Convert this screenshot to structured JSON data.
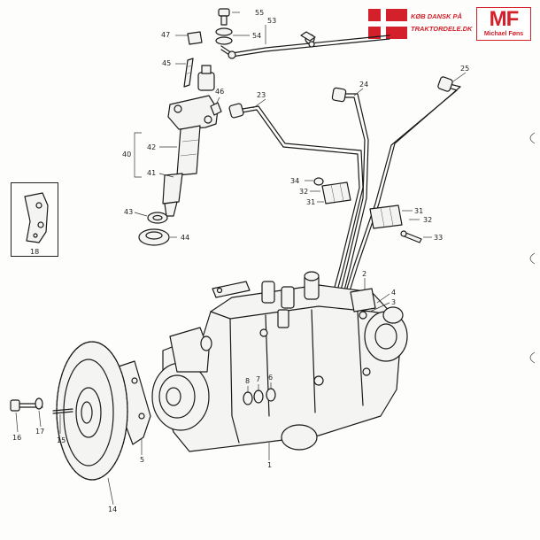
{
  "logo_dk": {
    "line1": "KØB DANSK PÅ",
    "line2": "TRAKTORDELE.DK"
  },
  "logo_mf": {
    "big": "MF",
    "small": "Michael Føns"
  },
  "brand_red": "#d4202b",
  "part_labels": [
    "55",
    "53",
    "47",
    "54",
    "45",
    "46",
    "23",
    "24",
    "25",
    "40",
    "42",
    "41",
    "43",
    "44",
    "34",
    "32",
    "31",
    "31",
    "32",
    "33",
    "18",
    "2",
    "4",
    "3",
    "8",
    "7",
    "6",
    "1",
    "5",
    "14",
    "15",
    "16",
    "17"
  ]
}
